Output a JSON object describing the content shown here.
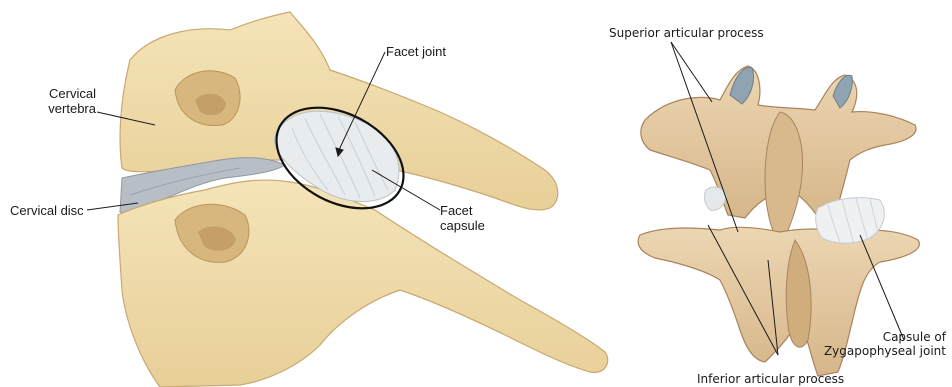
{
  "left_figure": {
    "labels": {
      "cervical_vertebra_1": "Cervical",
      "cervical_vertebra_2": "vertebra",
      "cervical_disc": "Cervical disc",
      "facet_joint": "Facet joint",
      "facet_capsule_1": "Facet",
      "facet_capsule_2": "capsule"
    }
  },
  "right_figure": {
    "labels": {
      "superior_articular_process": "Superior articular process",
      "inferior_articular_process": "Inferior articular process",
      "capsule_1": "Capsule of",
      "capsule_2": "Zygapophyseal joint"
    }
  },
  "colors": {
    "bone": "#efd9a6",
    "bone_shadow": "#d8b97c",
    "bone_dark": "#b8955a",
    "disc": "#b7bec6",
    "capsule": "#e8ecef",
    "right_bone": "#e3c9a0",
    "right_shadow": "#b89570",
    "ink": "#1a1a1a"
  }
}
